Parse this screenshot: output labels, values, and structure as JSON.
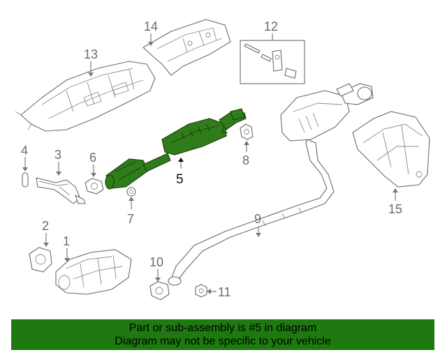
{
  "callouts": {
    "c1": "1",
    "c2": "2",
    "c3": "3",
    "c4": "4",
    "c5": "5",
    "c6": "6",
    "c7": "7",
    "c8": "8",
    "c9": "9",
    "c10": "10",
    "c11": "11",
    "c12": "12",
    "c13": "13",
    "c14": "14",
    "c15": "15"
  },
  "banner": {
    "line1": "Part or sub-assembly is #5 in diagram",
    "line2": "Diagram may not be specific to your vehicle"
  },
  "colors": {
    "highlight": "#2e7d1a",
    "banner": "#1e7a10"
  }
}
